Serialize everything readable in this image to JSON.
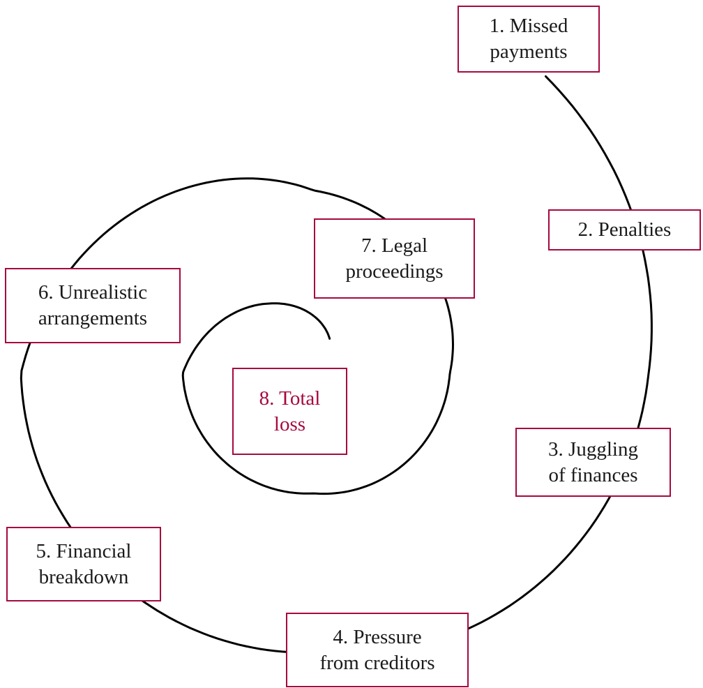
{
  "diagram": {
    "type": "spiral-process-diagram",
    "accent_color": "#a6093d",
    "spiral_color": "#000000",
    "background_color": "#ffffff",
    "steps": [
      {
        "number": 1,
        "label": [
          "1. Missed",
          "payments"
        ]
      },
      {
        "number": 2,
        "label": [
          "2. Penalties"
        ]
      },
      {
        "number": 3,
        "label": [
          "3. Juggling",
          "of finances"
        ]
      },
      {
        "number": 4,
        "label": [
          "4. Pressure",
          "from creditors"
        ]
      },
      {
        "number": 5,
        "label": [
          "5. Financial",
          "breakdown"
        ]
      },
      {
        "number": 6,
        "label": [
          "6. Unrealistic",
          "arrangements"
        ]
      },
      {
        "number": 7,
        "label": [
          "7. Legal",
          "proceedings"
        ]
      },
      {
        "number": 8,
        "label": [
          "8. Total",
          "loss"
        ],
        "highlighted": true,
        "text_color": "#a6093d"
      }
    ]
  }
}
